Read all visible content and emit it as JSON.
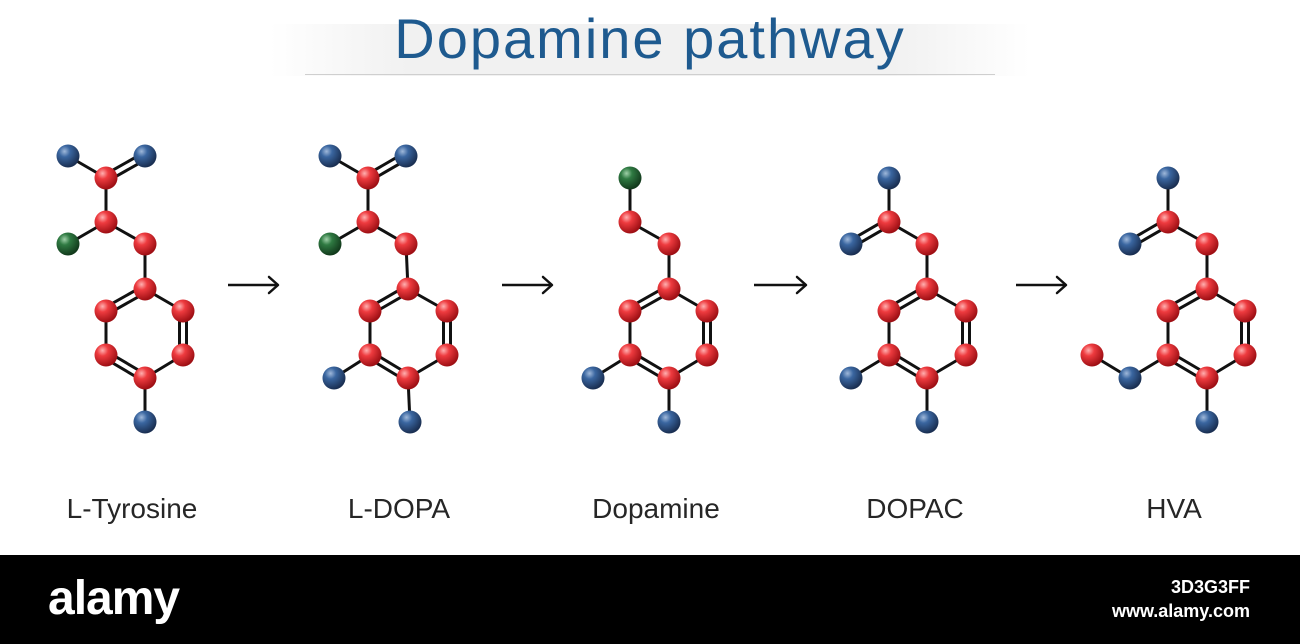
{
  "title": "Dopamine pathway",
  "colors": {
    "title": "#1e5a8f",
    "carbon_atom": "#e1262c",
    "oxygen_atom": "#2f5e96",
    "nitrogen_atom": "#2f7a42",
    "bond": "#111111",
    "arrow": "#111111"
  },
  "molecules": [
    {
      "label": "L-Tyrosine",
      "atoms_red": 9,
      "atoms_blue": 3,
      "atoms_green": 1
    },
    {
      "label": "L-DOPA",
      "atoms_red": 9,
      "atoms_blue": 4,
      "atoms_green": 1
    },
    {
      "label": "Dopamine",
      "atoms_red": 8,
      "atoms_blue": 2,
      "atoms_green": 1
    },
    {
      "label": "DOPAC",
      "atoms_red": 8,
      "atoms_blue": 4,
      "atoms_green": 0
    },
    {
      "label": "HVA",
      "atoms_red": 9,
      "atoms_blue": 4,
      "atoms_green": 0
    }
  ],
  "arrows": [
    {
      "from": "L-Tyrosine",
      "to": "L-DOPA",
      "glyph": "arrow-right-icon"
    },
    {
      "from": "L-DOPA",
      "to": "Dopamine",
      "glyph": "arrow-right-icon"
    },
    {
      "from": "Dopamine",
      "to": "DOPAC",
      "glyph": "arrow-right-icon"
    },
    {
      "from": "DOPAC",
      "to": "HVA",
      "glyph": "arrow-right-icon"
    }
  ],
  "footer": {
    "brand": "alamy",
    "image_id": "3D3G3FF",
    "url": "www.alamy.com"
  }
}
